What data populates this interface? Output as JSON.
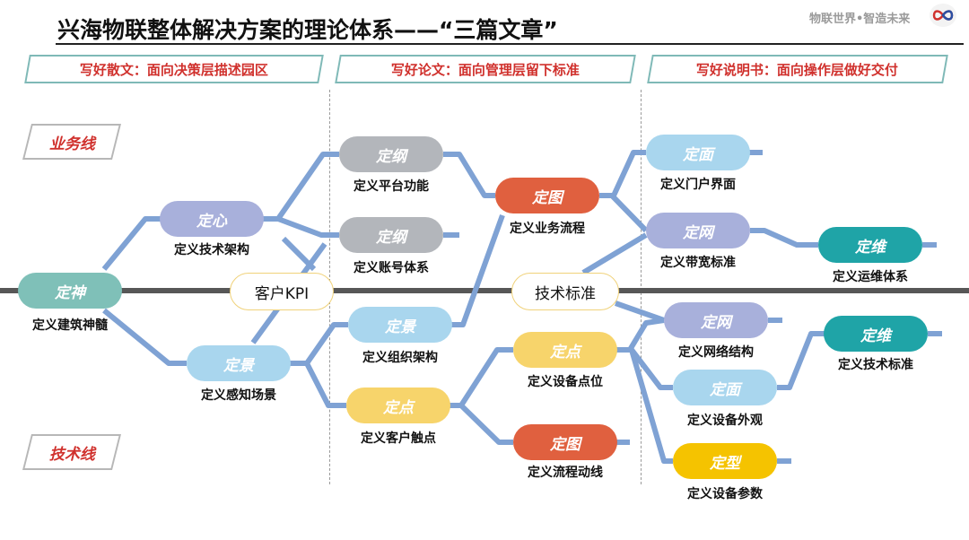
{
  "header": {
    "title": "兴海物联整体解决方案的理论体系——“三篇文章”",
    "brand": "物联世界•智造未来",
    "logo_icon": "infinity-logo-icon"
  },
  "banners": [
    {
      "label": "写好散文：面向决策层描述园区"
    },
    {
      "label": "写好论文：面向管理层留下标准"
    },
    {
      "label": "写好说明书：面向操作层做好交付"
    }
  ],
  "lanes": {
    "business": "业务线",
    "technical": "技术线"
  },
  "hubs": {
    "kpi": "客户KPI",
    "tech_standard": "技术标准"
  },
  "nodes": [
    {
      "id": "shen",
      "label": "定神",
      "caption": "定义建筑神髓",
      "color": "#7fc0b8",
      "text_color": "#ffffff"
    },
    {
      "id": "xin",
      "label": "定心",
      "caption": "定义技术架构",
      "color": "#a8b0db",
      "text_color": "#ffffff"
    },
    {
      "id": "jing1",
      "label": "定景",
      "caption": "定义感知场景",
      "color": "#a9d6ee",
      "text_color": "#ffffff"
    },
    {
      "id": "gang1",
      "label": "定纲",
      "caption": "定义平台功能",
      "color": "#b3b6bb",
      "text_color": "#ffffff"
    },
    {
      "id": "gang2",
      "label": "定纲",
      "caption": "定义账号体系",
      "color": "#b3b6bb",
      "text_color": "#ffffff"
    },
    {
      "id": "jing2",
      "label": "定景",
      "caption": "定义组织架构",
      "color": "#a9d6ee",
      "text_color": "#ffffff"
    },
    {
      "id": "dian1",
      "label": "定点",
      "caption": "定义客户触点",
      "color": "#f7d46b",
      "text_color": "#ffffff"
    },
    {
      "id": "tu1",
      "label": "定图",
      "caption": "定义业务流程",
      "color": "#e0603f",
      "text_color": "#ffffff"
    },
    {
      "id": "dian2",
      "label": "定点",
      "caption": "定义设备点位",
      "color": "#f7d46b",
      "text_color": "#ffffff"
    },
    {
      "id": "tu2",
      "label": "定图",
      "caption": "定义流程动线",
      "color": "#e0603f",
      "text_color": "#ffffff"
    },
    {
      "id": "mian1",
      "label": "定面",
      "caption": "定义门户界面",
      "color": "#a9d6ee",
      "text_color": "#ffffff"
    },
    {
      "id": "wang1",
      "label": "定网",
      "caption": "定义带宽标准",
      "color": "#a8b0db",
      "text_color": "#ffffff"
    },
    {
      "id": "wei1",
      "label": "定维",
      "caption": "定义运维体系",
      "color": "#1fa4a7",
      "text_color": "#ffffff"
    },
    {
      "id": "wang2",
      "label": "定网",
      "caption": "定义网络结构",
      "color": "#a8b0db",
      "text_color": "#ffffff"
    },
    {
      "id": "mian2",
      "label": "定面",
      "caption": "定义设备外观",
      "color": "#a9d6ee",
      "text_color": "#ffffff"
    },
    {
      "id": "xing",
      "label": "定型",
      "caption": "定义设备参数",
      "color": "#f5c300",
      "text_color": "#ffffff"
    },
    {
      "id": "wei2",
      "label": "定维",
      "caption": "定义技术标准",
      "color": "#1fa4a7",
      "text_color": "#ffffff"
    }
  ],
  "colors": {
    "connector": "#7fa2d4",
    "accent_red": "#d0312d",
    "banner_border": "#7fb9b7",
    "axis": "#575757"
  }
}
